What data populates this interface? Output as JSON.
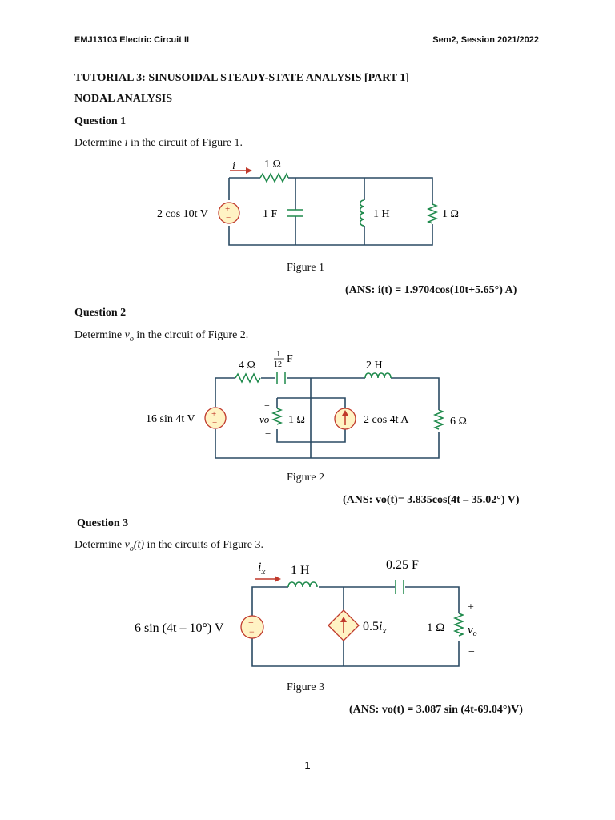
{
  "header": {
    "course": "EMJ13103 Electric Circuit II",
    "session": "Sem2, Session 2021/2022"
  },
  "title": "TUTORIAL 3: SINUSOIDAL STEADY-STATE ANALYSIS [PART 1]",
  "section": "NODAL ANALYSIS",
  "questions": [
    {
      "heading": "Question 1",
      "prompt": "Determine i in the circuit of Figure 1.",
      "caption": "Figure 1",
      "answer": "(ANS:  i(t) = 1.9704cos(10t+5.65°) A)",
      "figure": {
        "current_label": "i",
        "r1": "1 Ω",
        "source": "2 cos 10t V",
        "cap": "1 F",
        "ind": "1 H",
        "r2": "1 Ω"
      }
    },
    {
      "heading": "Question 2",
      "prompt": "Determine vo in the circuit of Figure 2.",
      "caption": "Figure 2",
      "answer": "(ANS:  vo(t)= 3.835cos(4t – 35.02°) V)",
      "figure": {
        "r1": "4 Ω",
        "cap_num": "1",
        "cap_den": "12",
        "cap_unit": "F",
        "ind": "2 H",
        "source": "16 sin 4t V",
        "vo_label": "vo",
        "r_mid": "1 Ω",
        "isource": "2 cos 4t A",
        "r_right": "6 Ω"
      }
    },
    {
      "heading": "Question 3",
      "prompt": "Determine vo(t) in the circuits of Figure 3.",
      "caption": "Figure 3",
      "answer": "(ANS: vo(t) = 3.087 sin (4t-69.04°)V)",
      "figure": {
        "current_label": "ix",
        "ind": "1 H",
        "cap": "0.25 F",
        "source": "6 sin (4t – 10°) V",
        "dep": "0.5ix",
        "r": "1 Ω",
        "vo_label": "vo"
      }
    }
  ],
  "page_number": "1",
  "colors": {
    "wire": "#2a4a63",
    "component": "#1f8a4c",
    "source_fill": "#fff3c4",
    "source_ring": "#c0392b"
  }
}
